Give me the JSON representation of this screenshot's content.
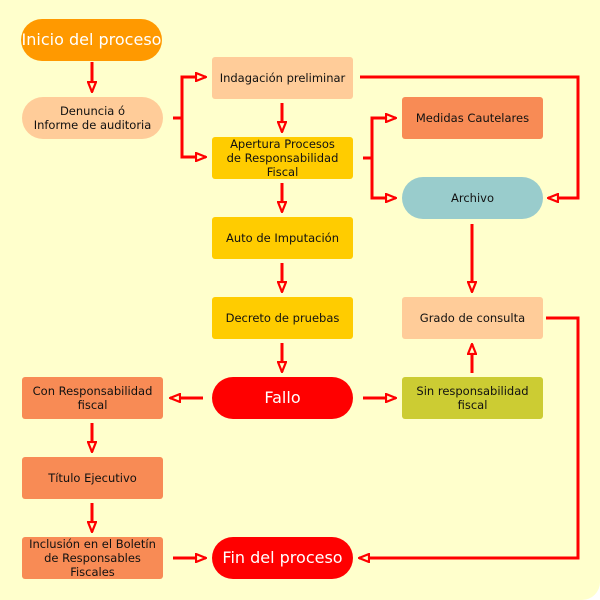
{
  "diagram": {
    "type": "flowchart",
    "colors": {
      "background": "#ffffcc",
      "arrow": "#ff0000",
      "terminal_start": "#ff9900",
      "terminal_end": "#ff0000",
      "peach": "#ffcc99",
      "yellow": "#ffcc00",
      "salmon": "#f88b55",
      "teal": "#99cccc",
      "olive": "#cccc33"
    },
    "nodes": {
      "inicio": "Inicio del proceso",
      "denuncia": "Denuncia ó\nInforme de auditoria",
      "indagacion": "Indagación preliminar",
      "apertura": "Apertura Procesos\nde Responsabilidad Fiscal",
      "medidas": "Medidas Cautelares",
      "archivo": "Archivo",
      "auto": "Auto de Imputación",
      "decreto": "Decreto de pruebas",
      "grado": "Grado de consulta",
      "fallo": "Fallo",
      "sin": "Sin responsabilidad fiscal",
      "con": "Con Responsabilidad fiscal",
      "titulo": "Título Ejecutivo",
      "inclusion": "Inclusión en el Boletín\nde Responsables Fiscales",
      "fin": "Fin del proceso"
    },
    "edges": [
      [
        "inicio",
        "denuncia"
      ],
      [
        "denuncia",
        "indagacion"
      ],
      [
        "denuncia",
        "apertura"
      ],
      [
        "indagacion",
        "apertura"
      ],
      [
        "indagacion",
        "archivo"
      ],
      [
        "apertura",
        "medidas"
      ],
      [
        "apertura",
        "archivo"
      ],
      [
        "apertura",
        "auto"
      ],
      [
        "auto",
        "decreto"
      ],
      [
        "decreto",
        "fallo"
      ],
      [
        "archivo",
        "grado"
      ],
      [
        "fallo",
        "sin"
      ],
      [
        "fallo",
        "con"
      ],
      [
        "sin",
        "grado"
      ],
      [
        "grado",
        "fin"
      ],
      [
        "con",
        "titulo"
      ],
      [
        "titulo",
        "inclusion"
      ],
      [
        "inclusion",
        "fin"
      ]
    ]
  }
}
